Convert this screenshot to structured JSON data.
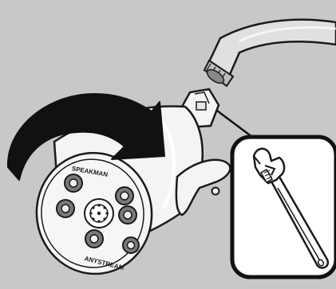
{
  "illustration": {
    "background_color": "#c8c8c8",
    "outline_color": "#1a1a1a",
    "showerhead_color": "#f4f4f4",
    "inset_background_color": "#ffffff",
    "arrow_color": "#111111",
    "arrow_direction": "clockwise",
    "icons": [
      "shower-arm-icon",
      "shower-head-icon",
      "rotation-arrow-icon",
      "adjustable-wrench-icon"
    ]
  },
  "showerhead": {
    "brand_top": "SPEAKMAN",
    "brand_bottom": "ANYSTREAM"
  }
}
